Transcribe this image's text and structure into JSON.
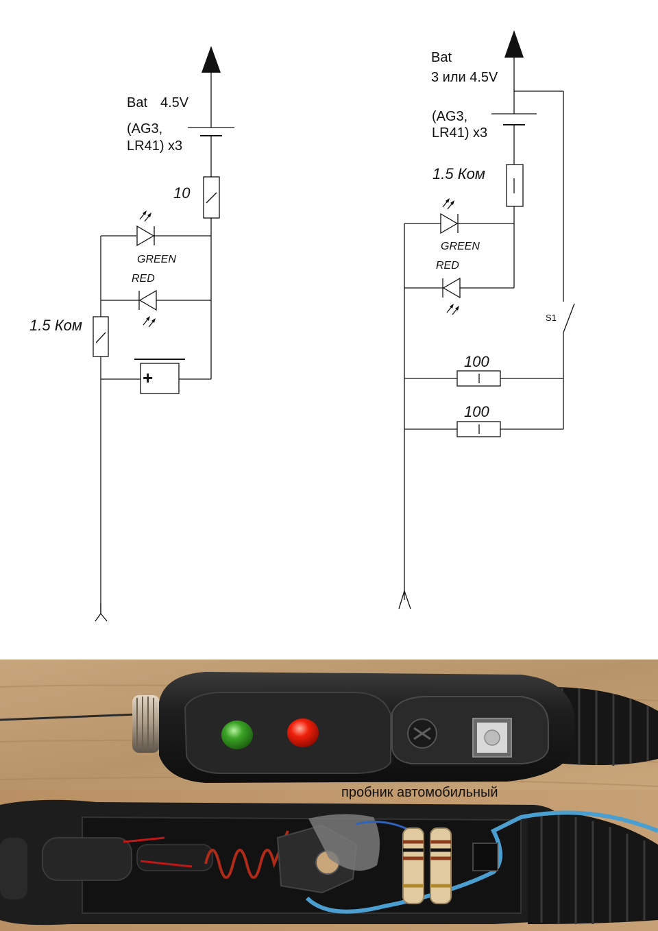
{
  "left_circuit": {
    "bat_label": "Bat",
    "bat_voltage": "4.5V",
    "battery_type_1": "(AG3,",
    "battery_type_2": "LR41) x3",
    "resistor_top": "10",
    "led_green": "GREEN",
    "led_red": "RED",
    "resistor_side": "1.5 Ком",
    "buzzer_symbol": "+"
  },
  "right_circuit": {
    "bat_label": "Bat",
    "bat_voltage": "3 или 4.5V",
    "battery_type_1": "(AG3,",
    "battery_type_2": "LR41) x3",
    "resistor_top": "1.5 Ком",
    "led_green": "GREEN",
    "led_red": "RED",
    "switch": "S1",
    "load_resistor_1": "100",
    "load_resistor_2": "100"
  },
  "photo": {
    "caption": "пробник автомобильный"
  },
  "colors": {
    "wire": "#111111",
    "led_green": "#2f8f1f",
    "led_red": "#e01010",
    "table": "#c9a57a",
    "body": "#1c1c1c"
  }
}
